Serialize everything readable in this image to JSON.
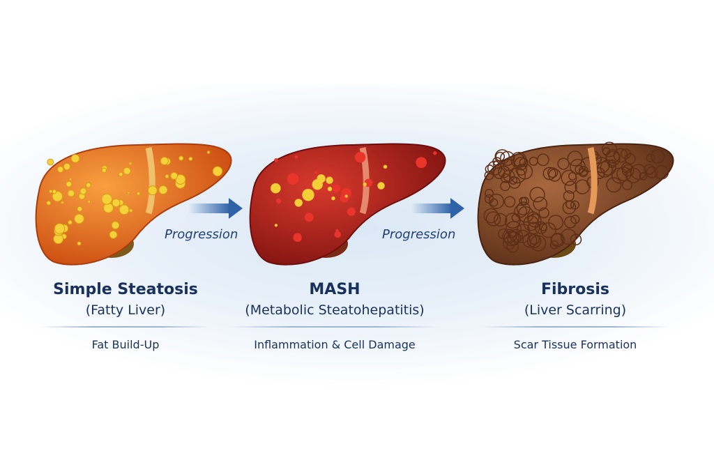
{
  "stages": [
    {
      "title": "Simple Steatosis",
      "subtitle": "(Fatty Liver)",
      "description": "Fat Build-Up"
    },
    {
      "title": "MASH",
      "subtitle": "(Metabolic Steatohepatitis)",
      "description": "Inflammation & Cell Damage"
    },
    {
      "title": "Fibrosis",
      "subtitle": "(Liver Scarring)",
      "description": "Scar Tissue Formation"
    }
  ],
  "arrows": [
    {
      "label": "Progression"
    },
    {
      "label": "Progression"
    }
  ],
  "colors": {
    "text": "#17305c",
    "arrow": "#2f63a8",
    "fatty": "#e9741e",
    "mash": "#b3221e",
    "fibrosis": "#7d4527"
  }
}
